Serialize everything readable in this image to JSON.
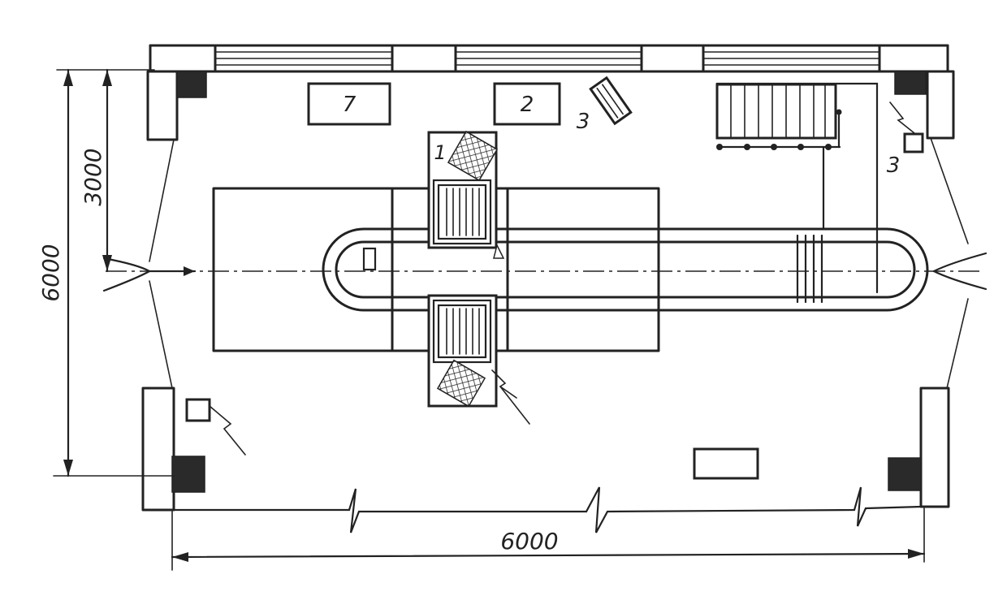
{
  "dimensions": {
    "horizontal": "6000",
    "vertical_full": "6000",
    "vertical_half": "3000"
  },
  "labels": {
    "equipment_7": "7",
    "equipment_2": "2",
    "equipment_3_top": "3",
    "equipment_3_right": "3",
    "equipment_1": "1"
  },
  "colors": {
    "ink": "#222222",
    "background": "#ffffff"
  }
}
